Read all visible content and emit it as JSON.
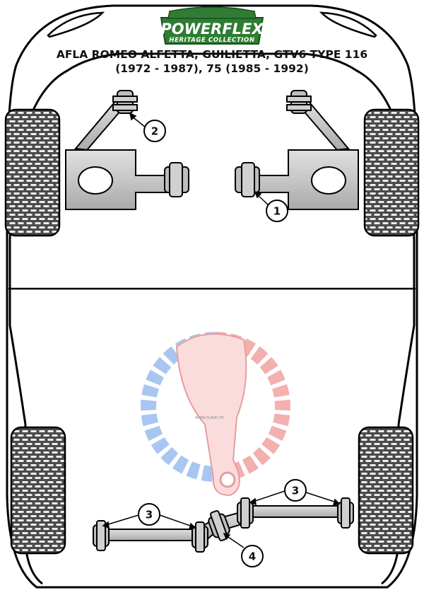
{
  "logo": {
    "brand": "POWERFLEX",
    "subtitle": "HERITAGE COLLECTION",
    "brand_color": "#2e7d32"
  },
  "title": {
    "line1": "AFLA ROMEO ALFETTA, GUILIETTA, GTV6 TYPE 116",
    "line2": "(1972 - 1987), 75 (1985 - 1992)"
  },
  "callouts": [
    {
      "id": "1",
      "label": "1"
    },
    {
      "id": "2",
      "label": "2"
    },
    {
      "id": "3a",
      "label": "3"
    },
    {
      "id": "3b",
      "label": "3"
    },
    {
      "id": "4",
      "label": "4"
    }
  ],
  "watermark": {
    "text": "WWW.PLAND.FR",
    "colors": {
      "blue": "#9bbdf0",
      "red": "#f2a1a1"
    }
  },
  "colors": {
    "outline": "#000000",
    "part_fill": "#c4c4c4",
    "bush_fill": "#b8b8b8",
    "tyre_fill": "#555555"
  }
}
